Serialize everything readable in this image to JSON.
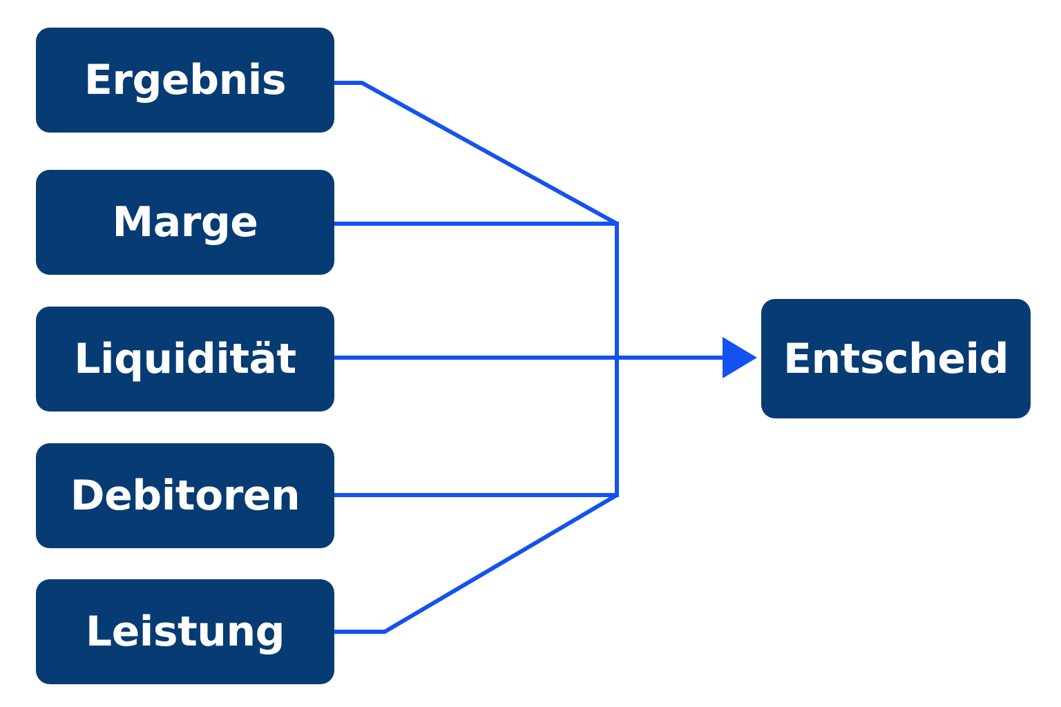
{
  "colors": {
    "node_fill": "#073b73",
    "node_text": "#ffffff",
    "connector": "#1452f0",
    "background": "#ffffff"
  },
  "inputs": [
    {
      "label": "Ergebnis"
    },
    {
      "label": "Marge"
    },
    {
      "label": "Liquidität"
    },
    {
      "label": "Debitoren"
    },
    {
      "label": "Leistung"
    }
  ],
  "output": {
    "label": "Entscheid"
  }
}
